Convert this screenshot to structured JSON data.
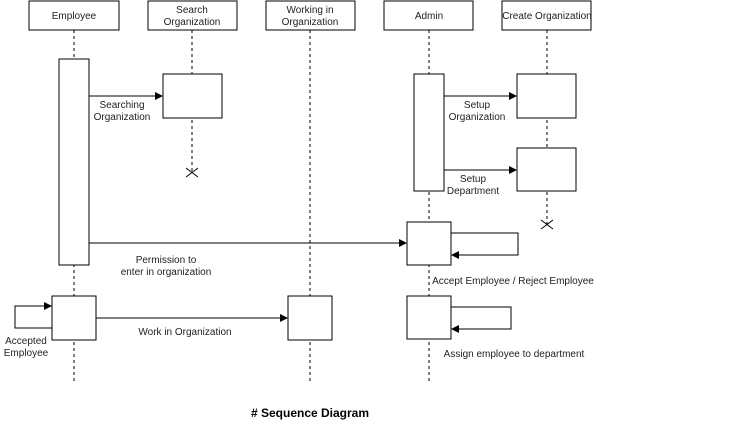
{
  "participants": [
    {
      "id": "employee",
      "lines": [
        "Employee"
      ]
    },
    {
      "id": "search",
      "lines": [
        "Search",
        "Organization"
      ]
    },
    {
      "id": "working",
      "lines": [
        "Working in",
        "Organization"
      ]
    },
    {
      "id": "admin",
      "lines": [
        "Admin"
      ]
    },
    {
      "id": "create",
      "lines": [
        "Create Organization"
      ]
    }
  ],
  "messages": [
    {
      "id": "searching",
      "lines": [
        "Searching",
        "Organization"
      ]
    },
    {
      "id": "setup-org",
      "lines": [
        "Setup",
        "Organization"
      ]
    },
    {
      "id": "setup-dept",
      "lines": [
        "Setup",
        "Department"
      ]
    },
    {
      "id": "permission",
      "lines": [
        "Permission to",
        "enter in organization"
      ]
    },
    {
      "id": "accept-reject",
      "lines": [
        "Accept Employee / Reject Employee"
      ]
    },
    {
      "id": "accepted-employee",
      "lines": [
        "Accepted",
        "Employee"
      ]
    },
    {
      "id": "work-in-org",
      "lines": [
        "Work in Organization"
      ]
    },
    {
      "id": "assign-employee",
      "lines": [
        "Assign employee to department"
      ]
    }
  ],
  "caption": "# Sequence Diagram",
  "colors": {
    "line": "#000000",
    "text": "#222222",
    "background": "#ffffff"
  }
}
